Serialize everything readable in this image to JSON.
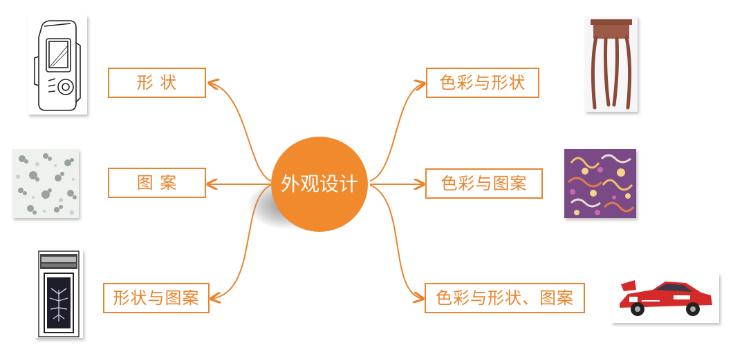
{
  "diagram": {
    "center": "外观设计",
    "left_nodes": [
      {
        "label": "形 状",
        "image": "mobile-phone-line-drawing"
      },
      {
        "label": "图 案",
        "image": "floral-pattern-fabric"
      },
      {
        "label": "形状与图案",
        "image": "lighter-with-leaf-pattern"
      }
    ],
    "right_nodes": [
      {
        "label": "色彩与形状",
        "image": "wooden-side-table"
      },
      {
        "label": "色彩与图案",
        "image": "purple-swirl-fabric"
      },
      {
        "label": "色彩与形状、图案",
        "image": "red-toy-race-car"
      }
    ]
  },
  "colors": {
    "accent": "#e8842e",
    "center_fill": "#f18a2c",
    "text_on_center": "#ffffff"
  }
}
